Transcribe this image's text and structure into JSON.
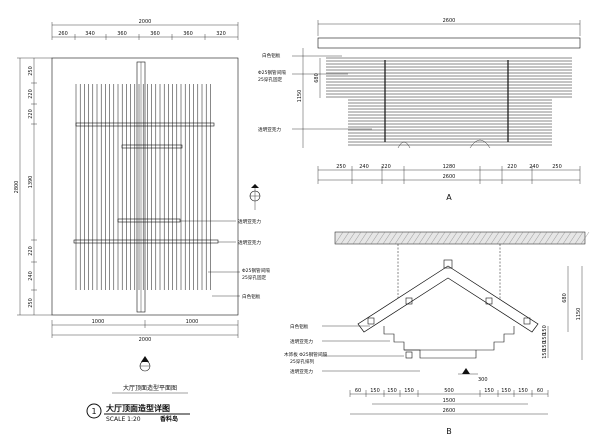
{
  "plan": {
    "top_total": "2000",
    "top_segments": [
      "260",
      "340",
      "360",
      "360",
      "360",
      "320"
    ],
    "left_total": "2800",
    "left_segments": [
      "250",
      "220",
      "220",
      "1390",
      "220",
      "240",
      "250"
    ],
    "bottom_left": "1000",
    "bottom_right": "1000",
    "bottom_total": "2000",
    "callouts": [
      "透明亚克力",
      "透明亚克力",
      "Φ25钢管间隔",
      "25穿孔固定",
      "白色铝板"
    ],
    "title": "大厅顶面造型平面图"
  },
  "elevation_a": {
    "top_total": "2600",
    "left_dims": [
      "680",
      "1150"
    ],
    "callouts": [
      "白色铝板",
      "Φ25钢管间隔",
      "25穿孔固定",
      "透明亚克力"
    ],
    "bottom_segments": [
      "250",
      "240",
      "220",
      "1280",
      "220",
      "240",
      "250"
    ],
    "bottom_total": "2600",
    "label": "A"
  },
  "section_b": {
    "right_dims": [
      "680",
      "1150"
    ],
    "callouts": [
      "白色铝板",
      "透明亚克力",
      "木饰板 Φ25钢管间隔",
      "25穿孔排列",
      "透明亚克力"
    ],
    "vert_dims": [
      "150",
      "150",
      "150",
      "150"
    ],
    "mark": "300",
    "bottom_segments": [
      "60",
      "150",
      "150",
      "150",
      "500",
      "150",
      "150",
      "150",
      "60"
    ],
    "mid_total": "1500",
    "bottom_total": "2600",
    "label": "B"
  },
  "title_block": {
    "number": "1",
    "title": "大厅顶面造型详图",
    "scale": "SCALE 1:20",
    "brand": "香料岛"
  }
}
